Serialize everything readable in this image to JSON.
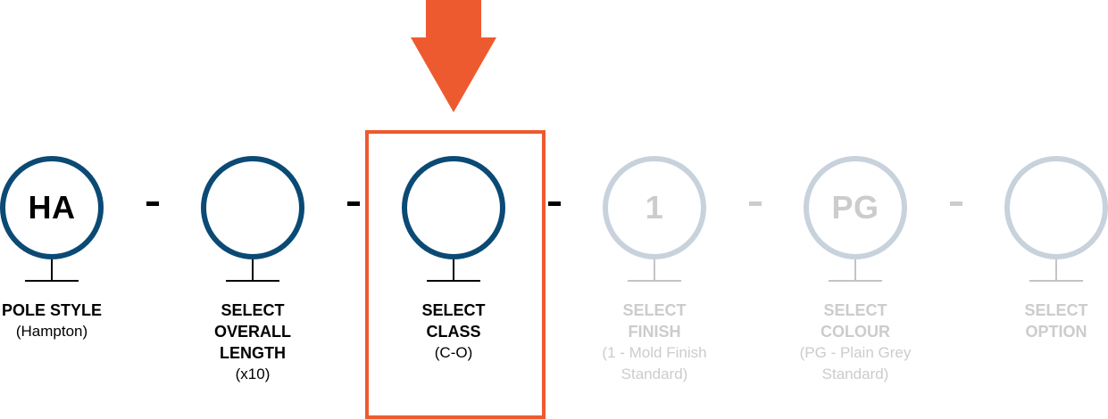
{
  "steps": [
    {
      "code": "HA",
      "label": "POLE STYLE",
      "sub": "(Hampton)",
      "state": "done"
    },
    {
      "code": "",
      "label": "SELECT\nOVERALL\nLENGTH",
      "sub": "(x10)",
      "state": "active"
    },
    {
      "code": "",
      "label": "SELECT\nCLASS",
      "sub": "(C-O)",
      "state": "active"
    },
    {
      "code": "1",
      "label": "SELECT\nFINISH",
      "sub": "(1 - Mold Finish\nStandard)",
      "state": "disabled"
    },
    {
      "code": "PG",
      "label": "SELECT\nCOLOUR",
      "sub": "(PG - Plain Grey\nStandard)",
      "state": "disabled"
    },
    {
      "code": "",
      "label": "SELECT\nOPTION",
      "sub": "",
      "state": "disabled"
    }
  ],
  "separator": "-",
  "highlighted_step": "SELECT CLASS",
  "colors": {
    "active_ring": "#0a4a74",
    "disabled_ring": "#c8d2dc",
    "disabled_text": "#cccccc",
    "highlight": "#ee5a2f"
  },
  "icons": {
    "pointer": "down-arrow-icon"
  }
}
